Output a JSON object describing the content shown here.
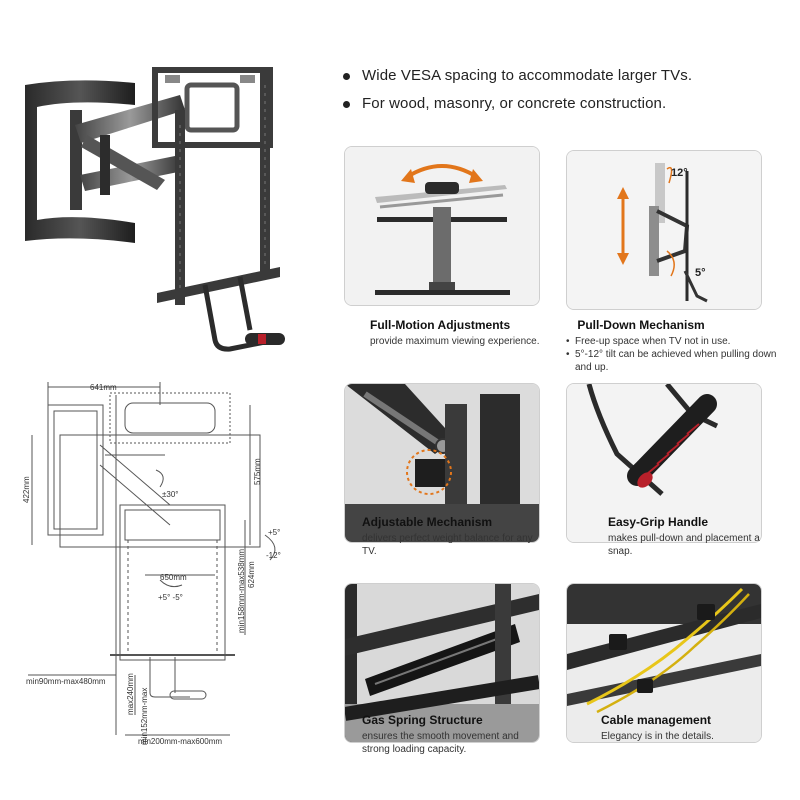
{
  "bullets": [
    "Wide VESA spacing to accommodate larger TVs.",
    "For wood, masonry, or concrete construction."
  ],
  "features": [
    {
      "title": "Full-Motion Adjustments",
      "body": "provide maximum viewing experience."
    },
    {
      "title": "Pull-Down Mechanism",
      "items": [
        "Free-up space when TV not in use.",
        "5°-12° tilt can be achieved when pulling down and up."
      ],
      "angles": [
        "12°",
        "5°"
      ]
    },
    {
      "title": "Adjustable Mechanism",
      "body": "delivers perfect weight balance for any TV."
    },
    {
      "title": "Easy-Grip Handle",
      "body": "makes pull-down and placement a snap."
    },
    {
      "title": "Gas Spring Structure",
      "body": "ensures the smooth movement and strong loading capacity."
    },
    {
      "title": "Cable management",
      "body": "Elegancy is in the details."
    }
  ],
  "diagram": {
    "top_width": "641mm",
    "height_left": "422mm",
    "height_right": "575mm",
    "rotation": "±30°",
    "tilt_up": "+5°",
    "tilt_down": "-12°",
    "rail_height": "min158mm-max538mm",
    "rail_span": "624mm",
    "plate_width": "650mm",
    "swivel": "+5° -5°",
    "depth_left": "min90mm-max480mm",
    "handle_height": "max240mm",
    "handle_depth": "min152mm-max",
    "bottom_width": "min200mm-max600mm"
  },
  "colors": {
    "accent": "#e2761b",
    "handle_red": "#b8202a",
    "frame": "#3a3a3a"
  }
}
